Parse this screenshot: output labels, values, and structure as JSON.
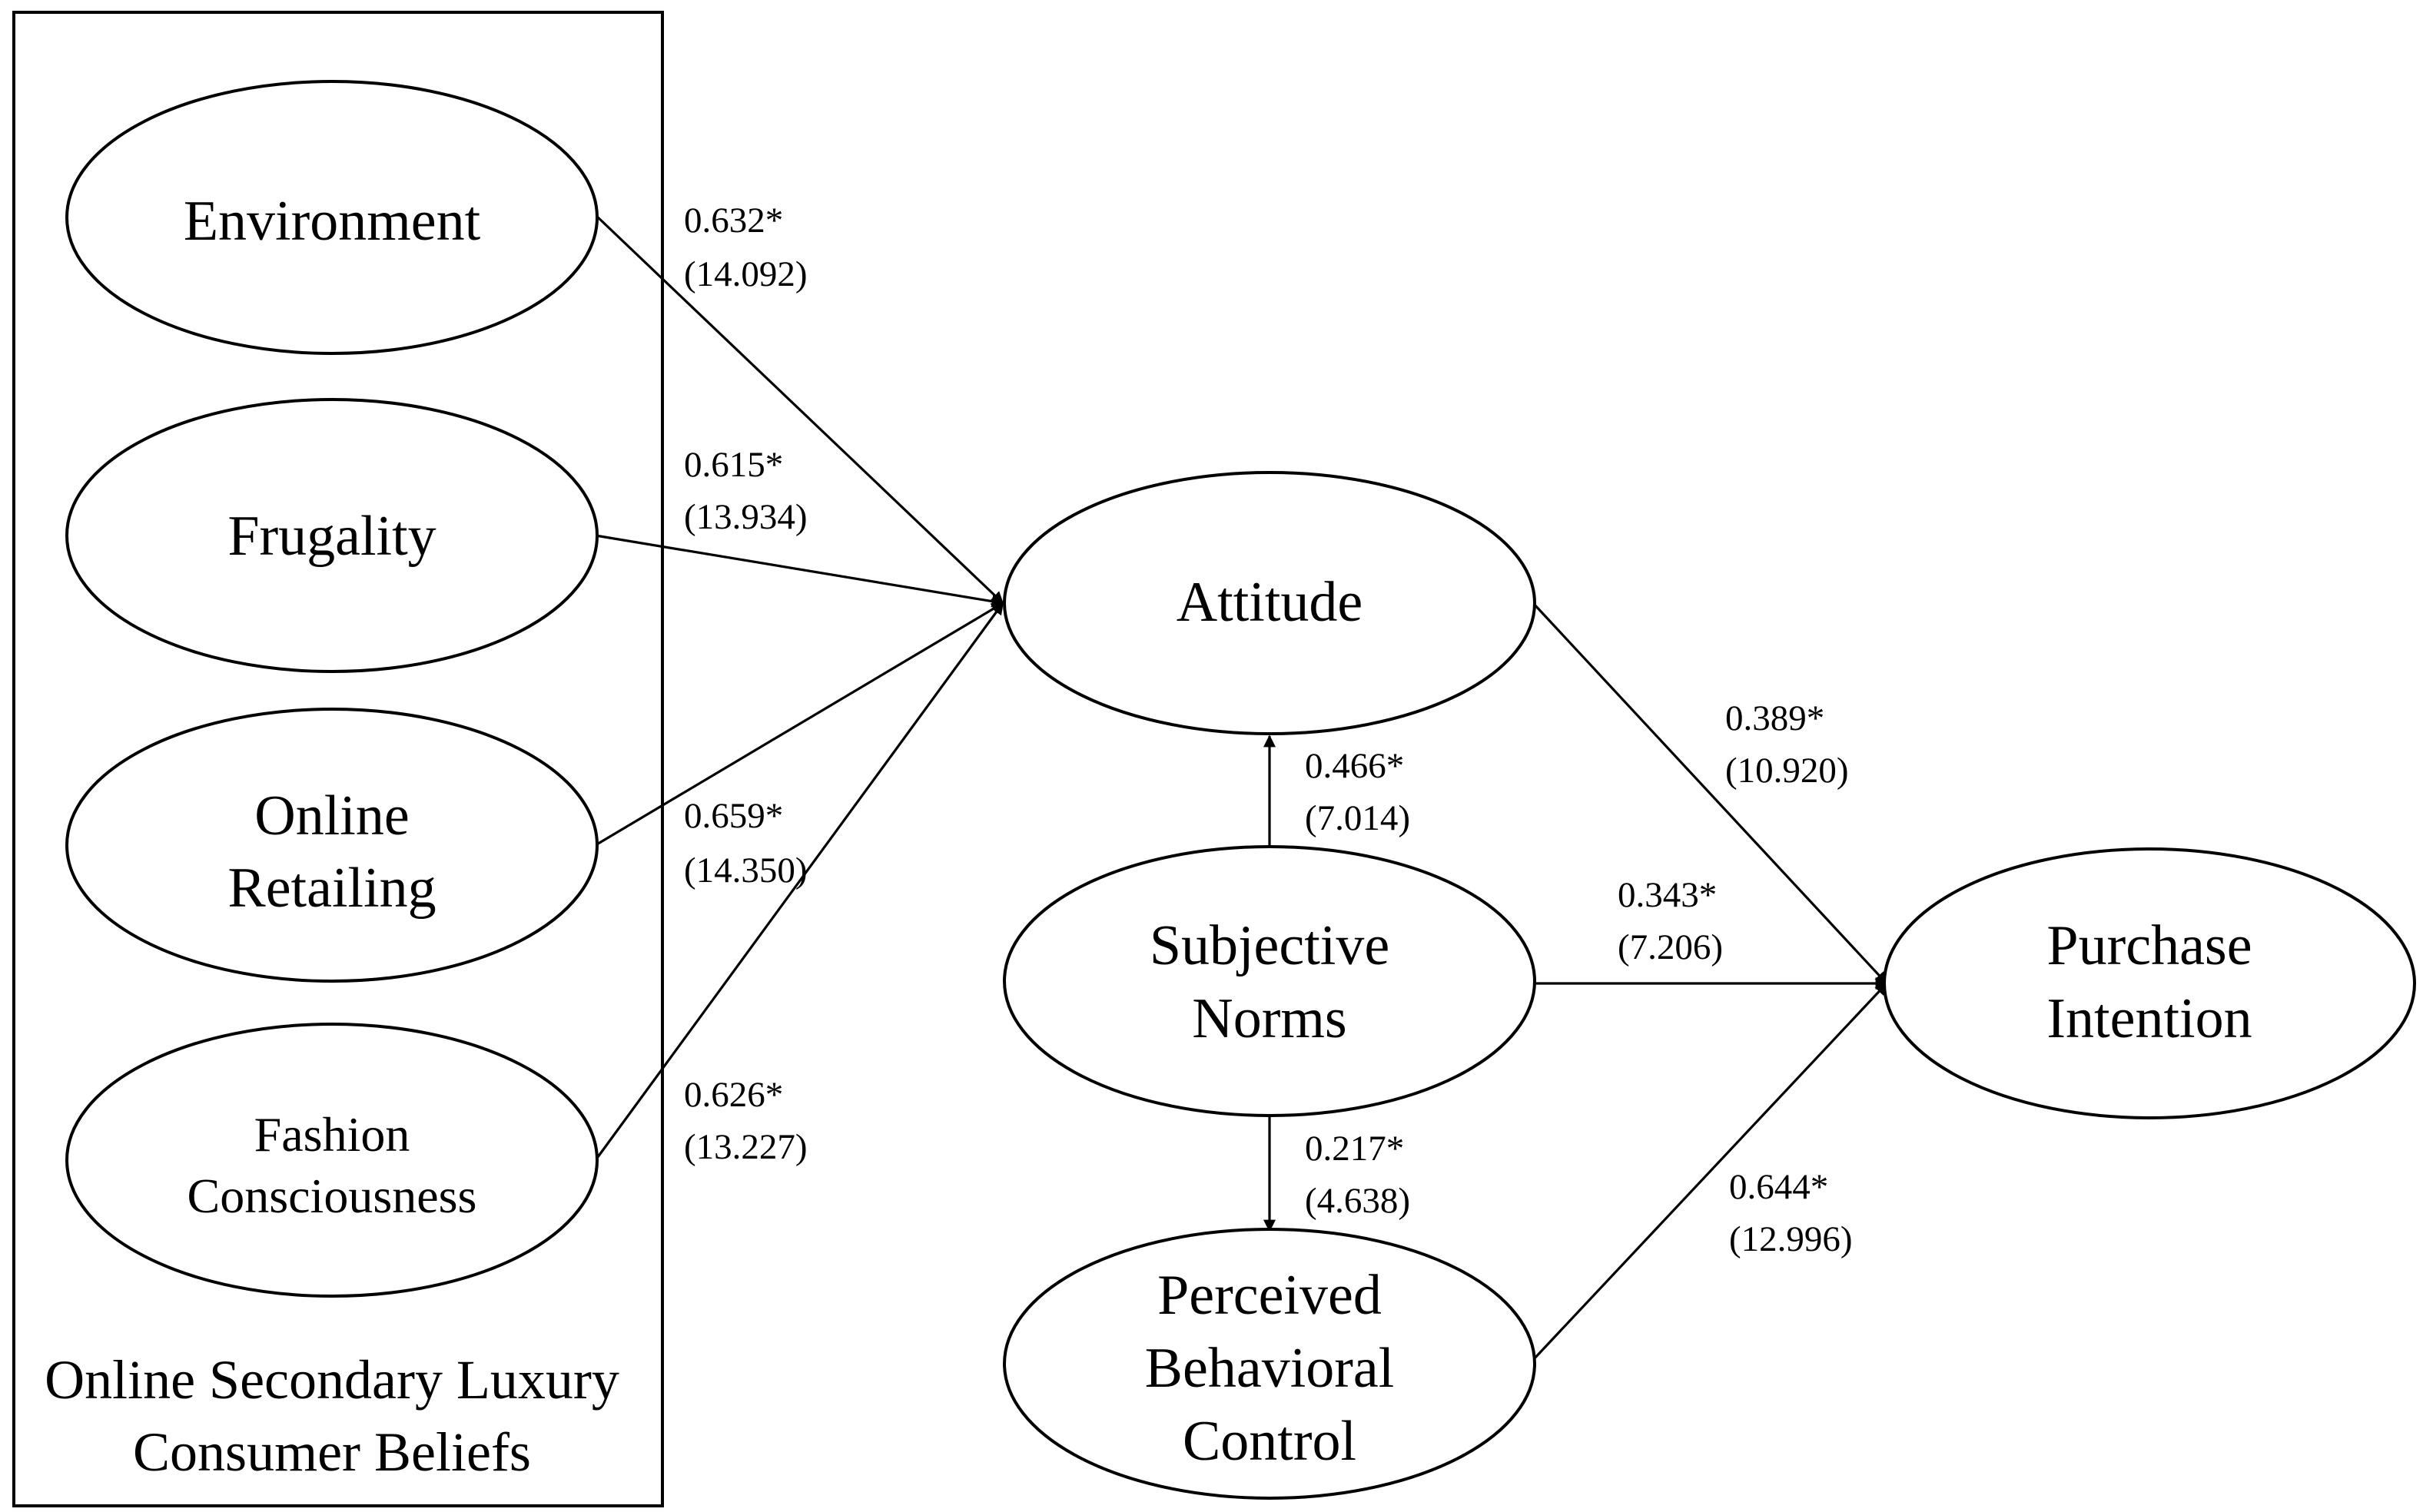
{
  "group": {
    "label_lines": [
      "Online Secondary Luxury",
      "Consumer Beliefs"
    ]
  },
  "nodes": {
    "environment": {
      "lines": [
        "Environment"
      ]
    },
    "frugality": {
      "lines": [
        "Frugality"
      ]
    },
    "online_retailing": {
      "lines": [
        "Online",
        "Retailing"
      ]
    },
    "fashion_consciousness": {
      "lines": [
        "Fashion",
        "Consciousness"
      ]
    },
    "attitude": {
      "lines": [
        "Attitude"
      ]
    },
    "subjective_norms": {
      "lines": [
        "Subjective",
        "Norms"
      ]
    },
    "perceived_behavioral_control": {
      "lines": [
        "Perceived",
        "Behavioral",
        "Control"
      ]
    },
    "purchase_intention": {
      "lines": [
        "Purchase",
        "Intention"
      ]
    }
  },
  "paths": [
    {
      "from": "Environment",
      "to": "Attitude",
      "coefficient": "0.632*",
      "t_value": "(14.092)"
    },
    {
      "from": "Frugality",
      "to": "Attitude",
      "coefficient": "0.615*",
      "t_value": "(13.934)"
    },
    {
      "from": "Online Retailing",
      "to": "Attitude",
      "coefficient": "0.659*",
      "t_value": "(14.350)"
    },
    {
      "from": "Fashion Consciousness",
      "to": "Attitude",
      "coefficient": "0.626*",
      "t_value": "(13.227)"
    },
    {
      "from": "Subjective Norms",
      "to": "Attitude",
      "coefficient": "0.466*",
      "t_value": "(7.014)"
    },
    {
      "from": "Subjective Norms",
      "to": "Perceived Behavioral Control",
      "coefficient": "0.217*",
      "t_value": "(4.638)"
    },
    {
      "from": "Attitude",
      "to": "Purchase Intention",
      "coefficient": "0.389*",
      "t_value": "(10.920)"
    },
    {
      "from": "Subjective Norms",
      "to": "Purchase Intention",
      "coefficient": "0.343*",
      "t_value": "(7.206)"
    },
    {
      "from": "Perceived Behavioral Control",
      "to": "Purchase Intention",
      "coefficient": "0.644*",
      "t_value": "(12.996)"
    }
  ]
}
